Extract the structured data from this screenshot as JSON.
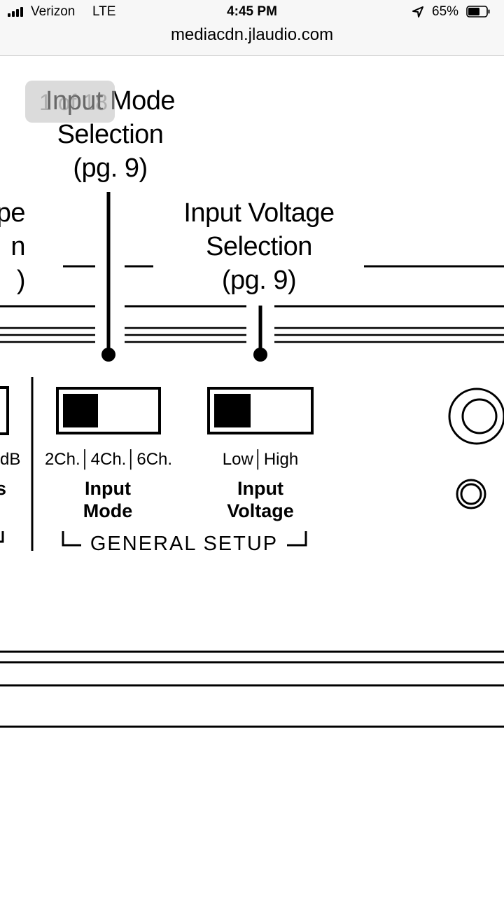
{
  "status_bar": {
    "carrier": "Verizon",
    "network": "LTE",
    "time": "4:45 PM",
    "battery_percent": "65%",
    "battery_level": 0.65,
    "url": "mediacdn.jlaudio.com"
  },
  "diagram": {
    "callouts": {
      "input_mode": [
        "Input Mode",
        "Selection",
        "(pg. 9)"
      ],
      "input_voltage": [
        "Input Voltage",
        "Selection",
        "(pg. 9)"
      ],
      "previous_cropped": [
        "pe",
        "n",
        ")"
      ]
    },
    "switches": {
      "input_mode": {
        "options": "2Ch.│4Ch.│6Ch.",
        "title": [
          "Input",
          "Mode"
        ],
        "position": "2Ch."
      },
      "input_voltage": {
        "options": "Low│High",
        "title": [
          "Input",
          "Voltage"
        ],
        "position": "Low"
      }
    },
    "previous_section": {
      "value_text": "dB",
      "title_fragment": "s"
    },
    "group_label": "GENERAL SETUP",
    "ghost_overlay": "1 of 18"
  }
}
